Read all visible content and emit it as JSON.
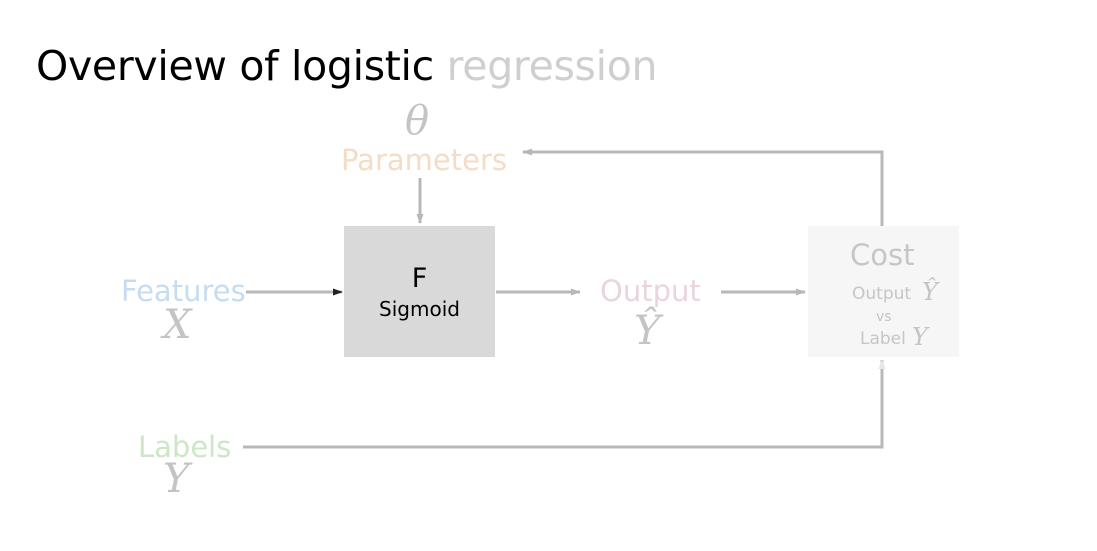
{
  "title": {
    "dark": "Overview of logistic ",
    "faded": "regression"
  },
  "parameters": {
    "symbol": "θ",
    "label": "Parameters"
  },
  "features": {
    "label": "Features",
    "symbol": "X"
  },
  "function_box": {
    "name": "F",
    "sub": "Sigmoid"
  },
  "output": {
    "label": "Output",
    "symbol": "Ŷ"
  },
  "cost_box": {
    "title": "Cost",
    "line1_text": "Output",
    "line1_symbol": "Ŷ",
    "vs": "vs",
    "line3_text": "Label",
    "line3_symbol": "Y"
  },
  "labels": {
    "label": "Labels",
    "symbol": "Y"
  },
  "colors": {
    "parameters": "#f5dcc4",
    "features": "#c6dcf1",
    "output": "#ebd3e0",
    "labels": "#cde7c6",
    "wire": "#b8b8b8",
    "cost_text": "#c6c6c6"
  }
}
